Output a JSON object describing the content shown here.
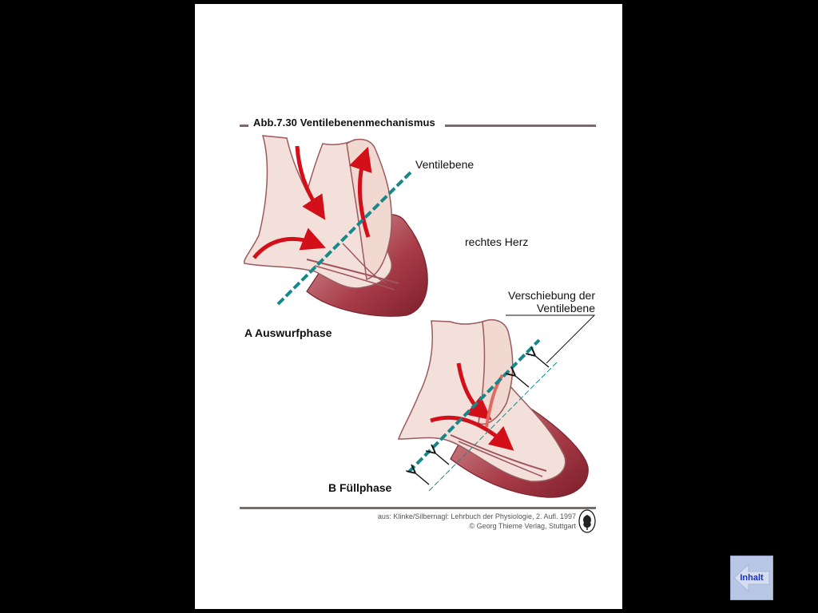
{
  "figure": {
    "title": "Abb.7.30  Ventilebenenmechanismus",
    "labels": {
      "ventilebene": "Ventilebene",
      "rechtes_herz": "rechtes Herz",
      "verschiebung_line1": "Verschiebung der",
      "verschiebung_line2": "Ventilebene",
      "phase_a": "A  Auswurfphase",
      "phase_b": "B  Füllphase"
    },
    "citation": {
      "line1": "aus: Klinke/Silbernagl: Lehrbuch der Physiologie, 2. Aufl. 1997",
      "line2": "© Georg Thieme Verlag, Stuttgart"
    },
    "colors": {
      "tissue": "#f2ddd6",
      "tissue_dark": "#8e2a35",
      "muscle": "#b0404c",
      "arrow_red": "#d3101a",
      "valve_plane": "#17888a"
    }
  },
  "nav": {
    "inhalt_label": "Inhalt",
    "icon": "back-arrow-icon"
  }
}
